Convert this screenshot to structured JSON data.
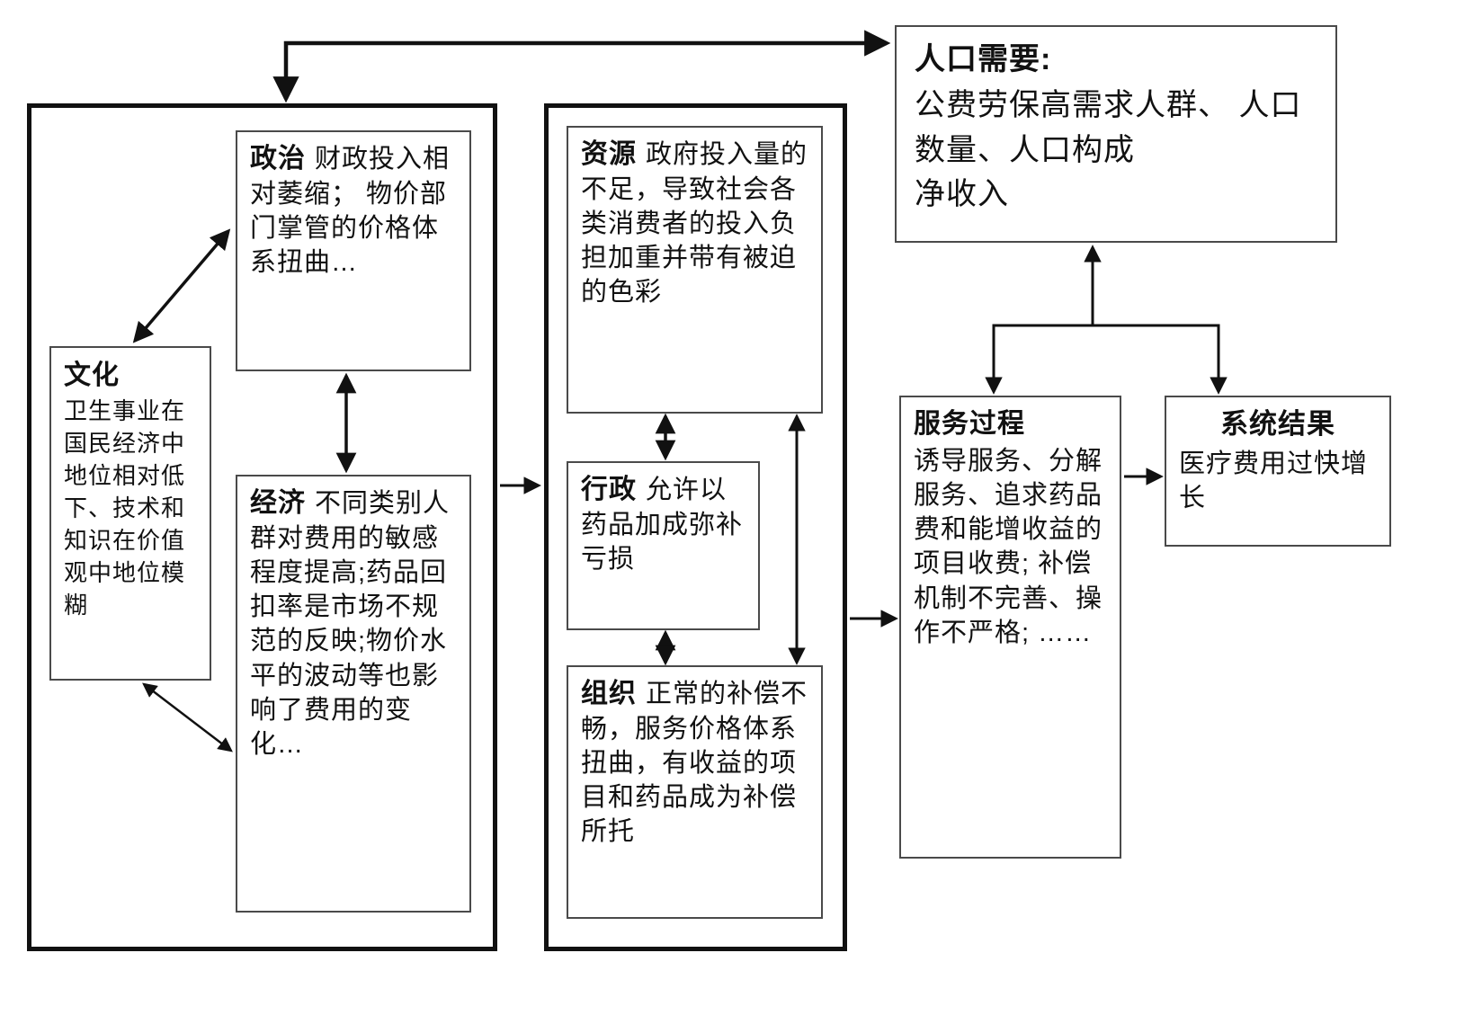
{
  "boxes": {
    "culture": {
      "title": "文化",
      "body": "卫生事业在国民经济中地位相对低下、技术和知识在价值观中地位模糊"
    },
    "politics": {
      "title": "政治",
      "body": "财政投入相对萎缩； 物价部门掌管的价格体系扭曲…"
    },
    "economy": {
      "title": "经济",
      "body": "不同类别人群对费用的敏感程度提高;药品回扣率是市场不规范的反映;物价水平的波动等也影响了费用的变化…"
    },
    "resources": {
      "title": "资源",
      "body": "政府投入量的不足，导致社会各类消费者的投入负担加重并带有被迫的色彩"
    },
    "administration": {
      "title": "行政",
      "body": "允许以药品加成弥补亏损"
    },
    "organization": {
      "title": "组织",
      "body": "正常的补偿不畅，服务价格体系扭曲，有收益的项目和药品成为补偿所托"
    },
    "population_needs": {
      "title": "人口需要:",
      "line1": "公费劳保高需求人群、",
      "line2": "人口数量、人口构成",
      "line3": "净收入"
    },
    "service_process": {
      "title": "服务过程",
      "body": "诱导服务、分解服务、追求药品费和能增收益的项目收费; 补偿机制不完善、操作不严格; ……"
    },
    "system_result": {
      "title": "系统结果",
      "body": "医疗费用过快增长"
    }
  },
  "colors": {
    "line": "#111111",
    "container_border": "#111111",
    "box_border": "#4a4a4a",
    "background": "#ffffff"
  }
}
